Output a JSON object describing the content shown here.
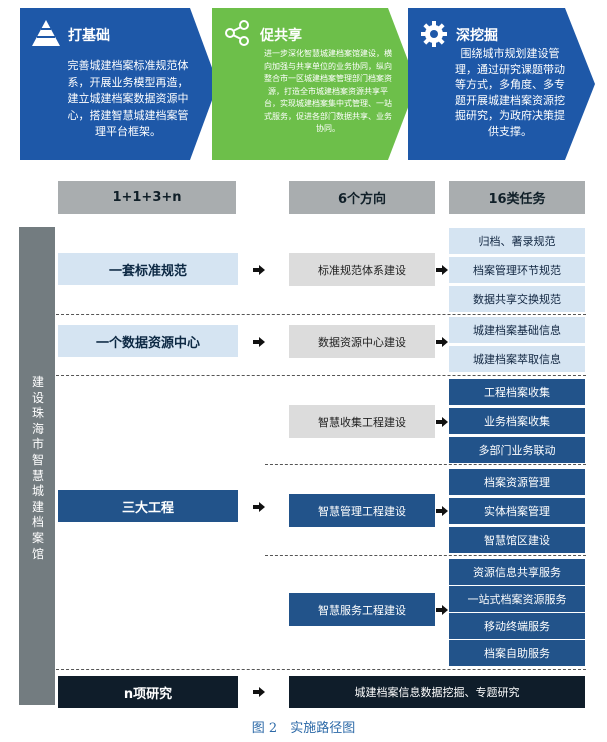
{
  "banners": [
    {
      "title": "打基础",
      "icon": "pyramid-icon",
      "color": "#1e58a8",
      "body": "完善城建档案标准规范体系，开展业务模型再造，建立城建档案数据资源中心，搭建智慧城建档案管理平台框架。"
    },
    {
      "title": "促共享",
      "icon": "share-icon",
      "color": "#6dbf4a",
      "body": "进一步深化智慧城建档案馆建设，横向加强与共享单位的业务协同，纵向整合市一区城建档案管理部门档案资源，打造全市城建档案资源共享平台，实现城建档案集中式管理、一站式服务，促进各部门数据共享、业务协同。"
    },
    {
      "title": "深挖掘",
      "icon": "gear-icon",
      "color": "#1e58a8",
      "body": "围绕城市规划建设管理，通过研究课题带动等方式，多角度、多专题开展城建档案资源挖掘研究，为政府决策提供支撑。"
    }
  ],
  "headers": {
    "col1": "1+1+3+n",
    "col2": "6个方向",
    "col3": "16类任务"
  },
  "side_label": "建设珠海市智慧城建档案馆",
  "level1": [
    "一套标准规范",
    "一个数据资源中心",
    "三大工程",
    "n项研究"
  ],
  "directions": [
    "标准规范体系建设",
    "数据资源中心建设",
    "智慧收集工程建设",
    "智慧管理工程建设",
    "智慧服务工程建设",
    "城建档案信息数据挖掘、专题研究"
  ],
  "tasks": [
    "归档、著录规范",
    "档案管理环节规范",
    "数据共享交换规范",
    "城建档案基础信息",
    "城建档案萃取信息",
    "工程档案收集",
    "业务档案收集",
    "多部门业务联动",
    "档案资源管理",
    "实体档案管理",
    "智慧馆区建设",
    "资源信息共享服务",
    "一站式档案资源服务",
    "移动终端服务",
    "档案自助服务"
  ],
  "caption": "图 2　实施路径图"
}
